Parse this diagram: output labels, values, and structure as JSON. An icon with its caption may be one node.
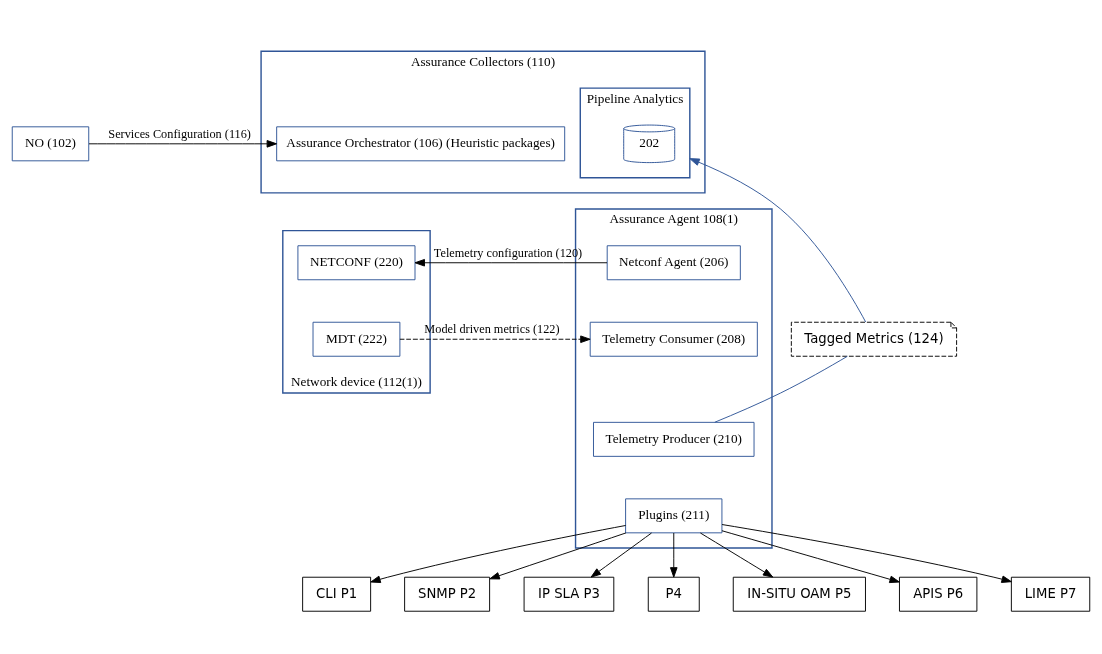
{
  "diagram": {
    "nodes": [
      {
        "text": [
          "NO (102)"
        ]
      },
      {
        "text": [
          "Assurance Collectors (110)"
        ]
      },
      {
        "text": [
          "Assurance Orchestrator (106) (Heuristic packages)"
        ],
        "in": 1
      },
      {
        "text": [
          "Pipeline Analytics"
        ],
        "in": 1
      },
      {
        "text": [
          "202"
        ],
        "in": 3
      },
      {
        "text": [
          "Network device (112(1))"
        ]
      },
      {
        "text": [
          "NETCONF (220)"
        ],
        "in": 5
      },
      {
        "text": [
          "MDT (222)"
        ],
        "in": 5
      },
      {
        "text": [
          "Assurance Agent 108(1)"
        ]
      },
      {
        "text": [
          "Netconf Agent (206)"
        ],
        "in": 8
      },
      {
        "text": [
          "Telemetry Consumer (208)"
        ],
        "in": 8
      },
      {
        "text": [
          "Telemetry Producer (210)"
        ],
        "in": 8
      },
      {
        "text": [
          "Plugins (211)"
        ],
        "in": 8
      },
      {
        "text": [
          "Tagged Metrics (124)"
        ]
      },
      {
        "text": [
          "CLI P1"
        ]
      },
      {
        "text": [
          "SNMP P2"
        ]
      },
      {
        "text": [
          "IP SLA P3"
        ]
      },
      {
        "text": [
          "P4"
        ]
      },
      {
        "text": [
          "IN-SITU OAM P5"
        ]
      },
      {
        "text": [
          "APIS P6"
        ]
      },
      {
        "text": [
          "LIME P7"
        ]
      }
    ],
    "edges": [
      {
        "from": 0,
        "to": 2,
        "arrow": "to",
        "label": "Services Configuration (116)"
      },
      {
        "from": 9,
        "to": 6,
        "arrow": "to",
        "label": "Telemetry configuration (120)"
      },
      {
        "from": 7,
        "to": 10,
        "arrow": "to",
        "label": "Model driven metrics (122)",
        "style": "dashed"
      },
      {
        "from": 11,
        "to": 13,
        "arrow": "none",
        "color": "#2f5597"
      },
      {
        "from": 13,
        "to": 3,
        "arrow": "to",
        "color": "#2f5597"
      },
      {
        "from": 12,
        "to": 14,
        "arrow": "to"
      },
      {
        "from": 12,
        "to": 15,
        "arrow": "to"
      },
      {
        "from": 12,
        "to": 16,
        "arrow": "to"
      },
      {
        "from": 12,
        "to": 17,
        "arrow": "to"
      },
      {
        "from": 12,
        "to": 18,
        "arrow": "to"
      },
      {
        "from": 12,
        "to": 19,
        "arrow": "to"
      },
      {
        "from": 12,
        "to": 20,
        "arrow": "to"
      }
    ]
  }
}
